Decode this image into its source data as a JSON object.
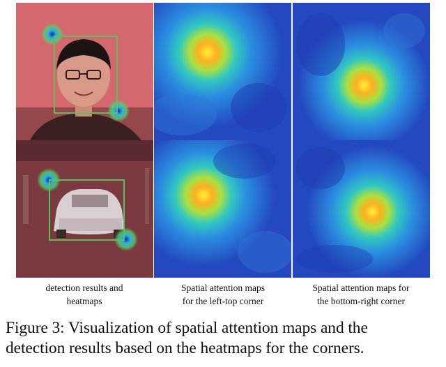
{
  "figure": {
    "labels": {
      "col1": [
        "detection results and",
        "heatmaps"
      ],
      "col2": [
        "Spatial attention maps",
        "for the left-top corner"
      ],
      "col3": [
        "Spatial attention maps for",
        "the bottom-right corner"
      ]
    },
    "caption": [
      "Figure 3:  Visualization of spatial attention maps and the",
      "detection results based on the heatmaps for the corners."
    ]
  },
  "colors": {
    "box_green": "#5cc05c",
    "face_bg": "#d4686e",
    "car_bg": "#7a3a40",
    "jet_low": "#1f3fb8",
    "jet_high": "#fff23a"
  }
}
